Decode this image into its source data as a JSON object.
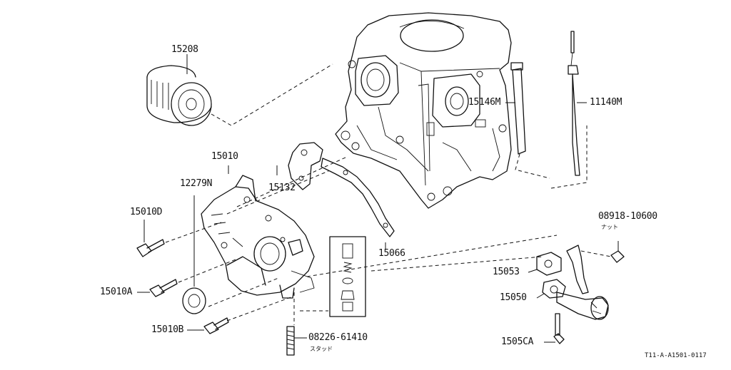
{
  "parts": {
    "oil_filter": "15208",
    "oil_pump_assy": "15010",
    "pump_seal": "12279N",
    "bolt_15010d": "15010D",
    "bolt_15010a": "15010A",
    "bolt_15010b": "15010B",
    "gasket_15132": "15132",
    "gasket_15066": "15066",
    "stud": "08226-61410",
    "stud_note": "スタッド",
    "dipstick_guide": "15146M",
    "dipstick": "11140M",
    "nut": "08918-10600",
    "nut_note": "ナット",
    "gasket_15053": "15053",
    "strainer": "15050",
    "bolt_1505ca": "1505CA"
  },
  "figure_ref": "T11-A-A1501-0117"
}
